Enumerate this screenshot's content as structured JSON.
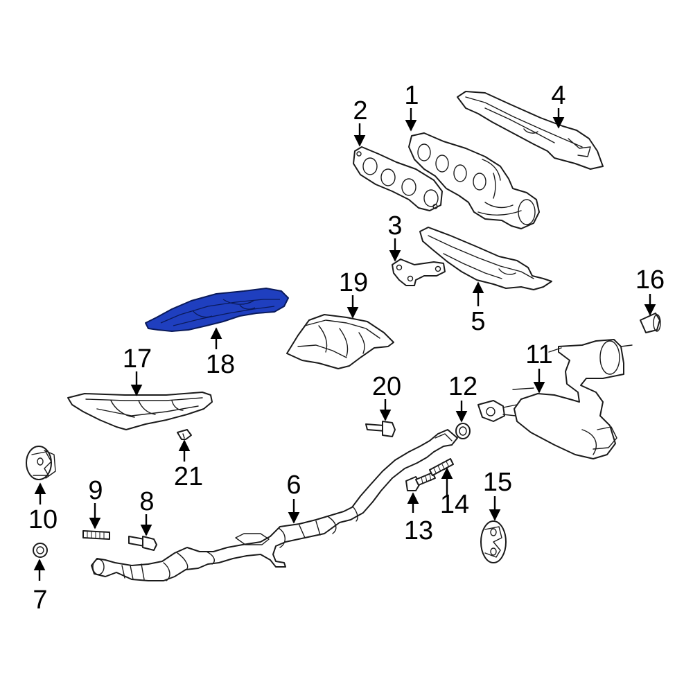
{
  "diagram": {
    "highlight_color": "#1f3fbf",
    "callouts": [
      {
        "id": "1",
        "label": "1"
      },
      {
        "id": "2",
        "label": "2"
      },
      {
        "id": "3",
        "label": "3"
      },
      {
        "id": "4",
        "label": "4"
      },
      {
        "id": "5",
        "label": "5"
      },
      {
        "id": "6",
        "label": "6"
      },
      {
        "id": "7",
        "label": "7"
      },
      {
        "id": "8",
        "label": "8"
      },
      {
        "id": "9",
        "label": "9"
      },
      {
        "id": "10",
        "label": "10"
      },
      {
        "id": "11",
        "label": "11"
      },
      {
        "id": "12",
        "label": "12"
      },
      {
        "id": "13",
        "label": "13"
      },
      {
        "id": "14",
        "label": "14"
      },
      {
        "id": "15",
        "label": "15"
      },
      {
        "id": "16",
        "label": "16"
      },
      {
        "id": "17",
        "label": "17"
      },
      {
        "id": "18",
        "label": "18"
      },
      {
        "id": "19",
        "label": "19"
      },
      {
        "id": "20",
        "label": "20"
      },
      {
        "id": "21",
        "label": "21"
      }
    ],
    "highlighted_callout": "18"
  }
}
